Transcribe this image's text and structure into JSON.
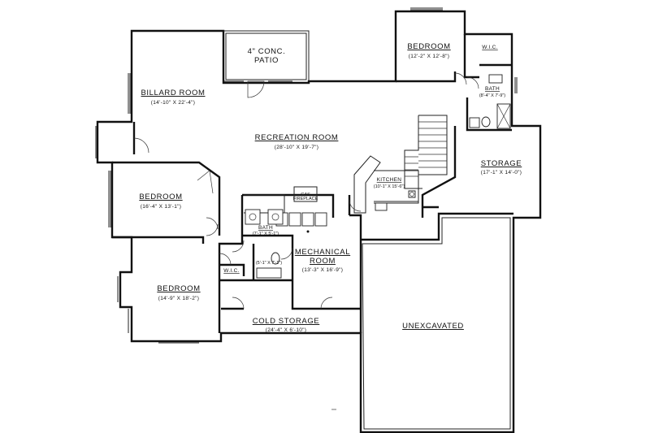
{
  "rooms": {
    "patio": {
      "name_line1": "4\" CONC.",
      "name_line2": "PATIO"
    },
    "bedroom_ne": {
      "name": "BEDROOM",
      "dim": "(12'-2\" X 12'-8\")"
    },
    "wic_ne": {
      "name": "W.I.C."
    },
    "bath_ne": {
      "name": "BATH",
      "dim": "(8'-4\" X 7'-9\")"
    },
    "billiard": {
      "name": "BILLARD ROOM",
      "dim": "(14'-10\" X 22'-4\")"
    },
    "recreation": {
      "name": "RECREATION ROOM",
      "dim": "(28'-10\" X 19'-7\")"
    },
    "storage": {
      "name": "STORAGE",
      "dim": "(17'-1\" X 14'-0\")"
    },
    "kitchen": {
      "name": "KITCHEN",
      "dim": "(10'-1\" X 15'-6\")"
    },
    "bedroom_w": {
      "name": "BEDROOM",
      "dim": "(16'-4\" X 13'-1\")"
    },
    "fireplace": {
      "label_line1": "GAS",
      "label_line2": "FIREPLACE"
    },
    "bath_center": {
      "name": "BATH",
      "dim": "(7'-1\" X 5'-1\")"
    },
    "bath_small_dim": "(5'-1\" X 7'-1\")",
    "wic_sw": {
      "name": "W.I.C."
    },
    "mechanical": {
      "name_line1": "MECHANICAL",
      "name_line2": "ROOM",
      "dim": "(13'-3\" X 16'-9\")"
    },
    "bedroom_sw": {
      "name": "BEDROOM",
      "dim": "(14'-9\" X 18'-2\")"
    },
    "cold_storage": {
      "name": "COLD STORAGE",
      "dim": "(24'-4\" X 6'-10\")"
    },
    "unexcavated": {
      "name": "UNEXCAVATED"
    }
  }
}
